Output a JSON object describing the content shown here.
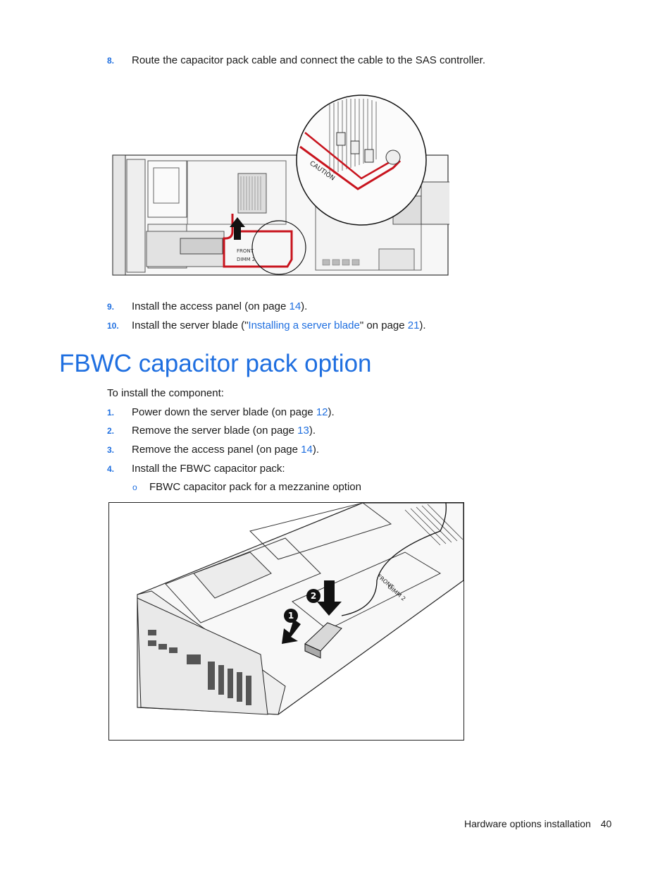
{
  "steps_top": [
    {
      "num": "8.",
      "text": "Route the capacitor pack cable and connect the cable to the SAS controller."
    }
  ],
  "figure1": {
    "labels": {
      "front": "FRONT",
      "dimm": "DIMM 2",
      "caution": "CAUTION"
    }
  },
  "steps_mid": [
    {
      "num": "9.",
      "pre": "Install the access panel (on page ",
      "link": "14",
      "post": ")."
    },
    {
      "num": "10.",
      "pre": "Install the server blade (\"",
      "link": "Installing a server blade",
      "mid": "\" on page ",
      "link2": "21",
      "post": ")."
    }
  ],
  "heading": "FBWC capacitor pack option",
  "intro": "To install the component:",
  "steps_bottom": [
    {
      "num": "1.",
      "pre": "Power down the server blade (on page ",
      "link": "12",
      "post": ")."
    },
    {
      "num": "2.",
      "pre": "Remove the server blade (on page ",
      "link": "13",
      "post": ")."
    },
    {
      "num": "3.",
      "pre": "Remove the access panel (on page ",
      "link": "14",
      "post": ")."
    },
    {
      "num": "4.",
      "text": "Install the FBWC capacitor pack:"
    }
  ],
  "bullet": {
    "mark": "o",
    "text": "FBWC capacitor pack for a mezzanine option"
  },
  "figure2": {
    "callouts": [
      "1",
      "2"
    ],
    "labels": {
      "front": "FRONT",
      "dimm": "DIMM 2"
    }
  },
  "footer": {
    "section": "Hardware options installation",
    "page": "40"
  }
}
